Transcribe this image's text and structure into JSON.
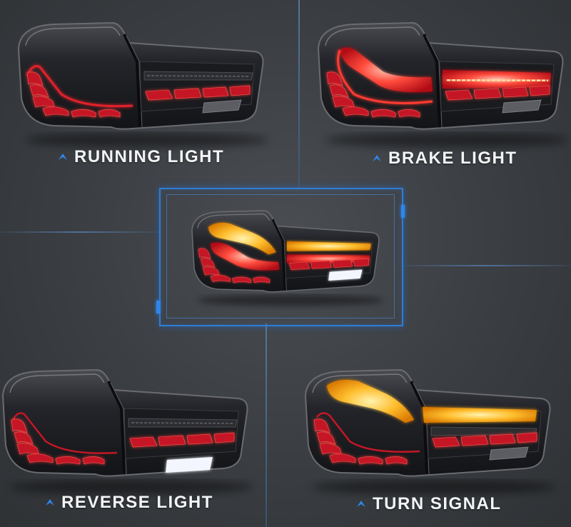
{
  "labels": {
    "running": "RUNNING LIGHT",
    "brake": "BRAKE LIGHT",
    "reverse": "REVERSE LIGHT",
    "turn": "TURN SIGNAL"
  },
  "icons": {
    "label_marker": "chevron-up-icon"
  },
  "colors": {
    "accent": "#2f86ea",
    "red_led": "#e0202c",
    "amber_led": "#ffb42a",
    "white_led": "#f4f6ff",
    "housing": "#1b1c1f"
  }
}
